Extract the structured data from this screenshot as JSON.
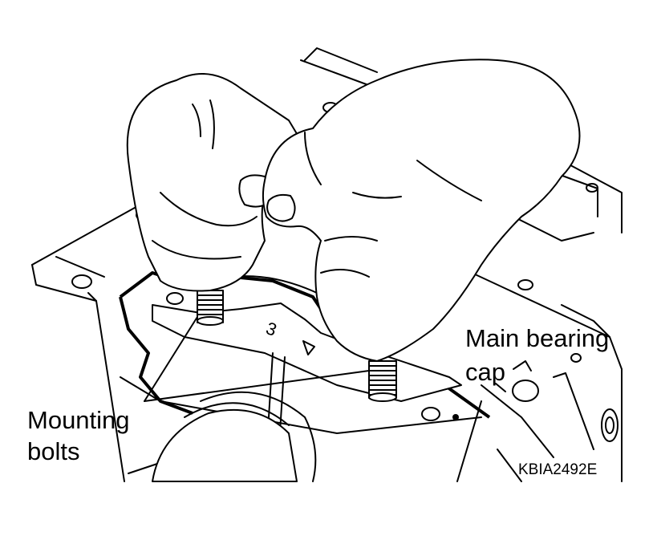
{
  "labels": {
    "main_bearing_line1": "Main bearing",
    "main_bearing_line2": "cap",
    "mounting_line1": "Mounting",
    "mounting_line2": "bolts",
    "figure_code": "KBIA2492E"
  },
  "colors": {
    "ink": "#000000",
    "paper": "#ffffff"
  }
}
